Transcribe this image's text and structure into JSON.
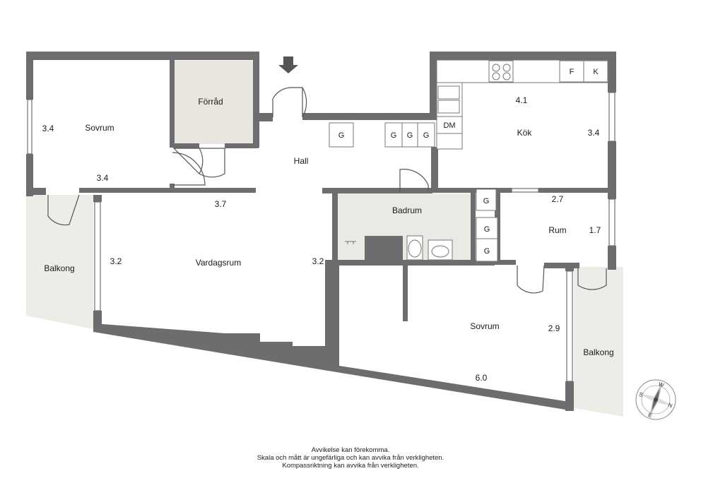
{
  "rooms": {
    "sovrum_top": {
      "name": "Sovrum",
      "dims": [
        "3.4",
        "3.4"
      ]
    },
    "forrad": {
      "name": "Förråd"
    },
    "hall": {
      "name": "Hall"
    },
    "kok": {
      "name": "Kök",
      "dims": [
        "4.1",
        "3.4"
      ]
    },
    "badrum": {
      "name": "Badrum"
    },
    "rum": {
      "name": "Rum",
      "dims": [
        "2.7",
        "1.7"
      ]
    },
    "vardagsrum": {
      "name": "Vardagsrum",
      "dims": [
        "3.7",
        "3.2",
        "3.2"
      ]
    },
    "sovrum_bottom": {
      "name": "Sovrum",
      "dims": [
        "2.9",
        "6.0"
      ]
    },
    "balkong_left": {
      "name": "Balkong"
    },
    "balkong_right": {
      "name": "Balkong"
    }
  },
  "fixtures": {
    "wardrobe": "G",
    "dishwasher": "DM",
    "fridge": "F",
    "freezer": "K"
  },
  "compass": {
    "letters": [
      "W",
      "N",
      "E",
      "S"
    ]
  },
  "colors": {
    "wall": "#6d6d6f",
    "storage_fill": "#e8e6df",
    "balcony_fill": "#eeece6",
    "bathroom_fill": "#ebe9e3"
  },
  "footer": [
    "Avvikelse kan förekomma.",
    "Skala och mått är ungefärliga och kan avvika från verkligheten.",
    "Kompassriktning kan avvika från verkligheten."
  ]
}
